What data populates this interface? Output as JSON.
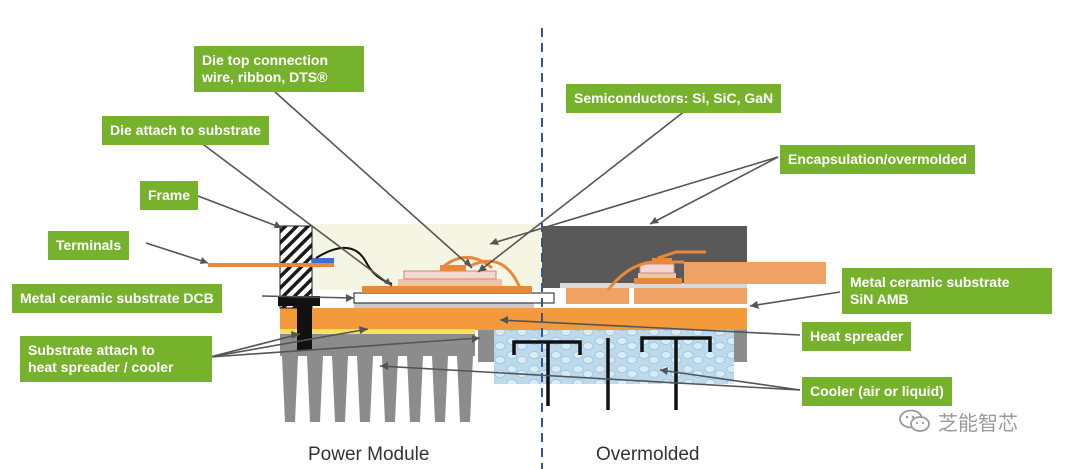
{
  "labels": {
    "die_top": [
      "Die top connection",
      "wire, ribbon, DTS®"
    ],
    "die_attach": "Die attach to substrate",
    "frame": "Frame",
    "terminals": "Terminals",
    "dcb": "Metal ceramic substrate DCB",
    "substrate_attach": [
      "Substrate attach to",
      "heat spreader / cooler"
    ],
    "semiconductors": "Semiconductors: Si, SiC, GaN",
    "encapsulation": "Encapsulation/overmolded",
    "amb": [
      "Metal ceramic substrate",
      "SiN AMB"
    ],
    "heat_spreader": "Heat spreader",
    "cooler": "Cooler (air or liquid)"
  },
  "captions": {
    "left": "Power Module",
    "right": "Overmolded"
  },
  "watermark": "芝能智芯",
  "colors": {
    "label_bg": "#77b22d",
    "copper": "#e8883a",
    "heat_spreader": "#f39a3c",
    "mold": "#595959",
    "gel": "#f5f5e3",
    "cooler_fins": "#8c8c8c",
    "liquid": "#b9d8ea",
    "divider": "#2f5597"
  }
}
